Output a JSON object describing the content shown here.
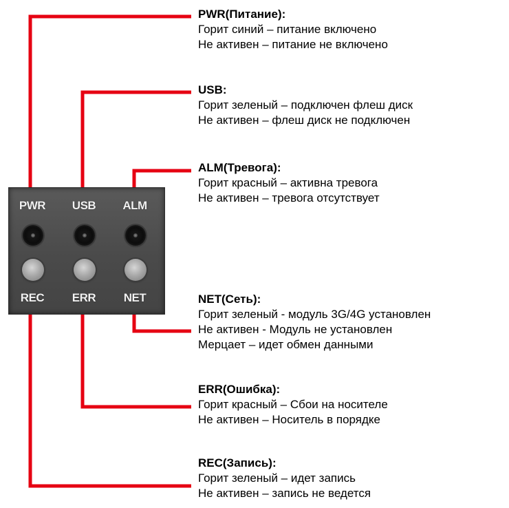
{
  "panel": {
    "top_labels": [
      "PWR",
      "USB",
      "ALM"
    ],
    "bottom_labels": [
      "REC",
      "ERR",
      "NET"
    ]
  },
  "descriptions": [
    {
      "title": "PWR(Питание):",
      "lines": [
        "Горит синий – питание включено",
        "Не активен – питание не включено"
      ]
    },
    {
      "title": "USB:",
      "lines": [
        "Горит зеленый – подключен флеш диск",
        "Не активен – флеш диск не подключен"
      ]
    },
    {
      "title": "ALM(Тревога):",
      "lines": [
        "Горит красный – активна тревога",
        "Не активен – тревога отсутствует"
      ]
    },
    {
      "title": "NET(Сеть):",
      "lines": [
        "Горит зеленый - модуль 3G/4G установлен",
        "Не активен - Модуль не установлен",
        "Мерцает – идет обмен данными"
      ]
    },
    {
      "title": "ERR(Ошибка):",
      "lines": [
        "Горит красный – Сбои на носителе",
        "Не активен – Носитель в порядке"
      ]
    },
    {
      "title": "REC(Запись):",
      "lines": [
        "Горит зеленый – идет запись",
        "Не активен – запись не ведется"
      ]
    }
  ],
  "colors": {
    "connector_line": "#e60012",
    "panel": "#4f4f4f",
    "label_text": "#f2f2f2"
  }
}
